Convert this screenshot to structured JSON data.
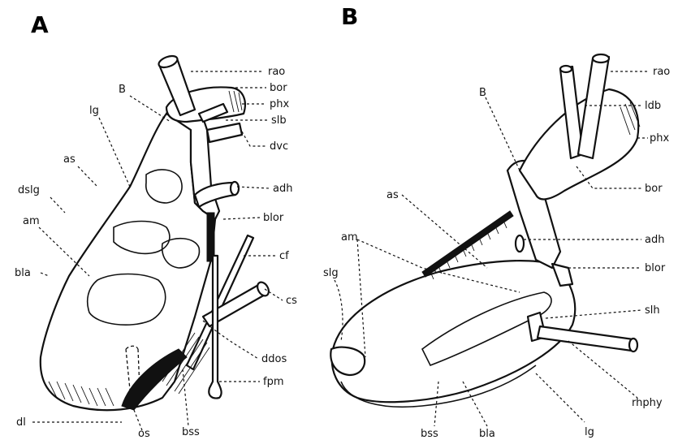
{
  "panels": {
    "A": {
      "title": "A",
      "labels": {
        "rao": "rao",
        "bor": "bor",
        "phx": "phx",
        "slb": "slb",
        "dvc": "dvc",
        "B": "B",
        "lg": "lg",
        "as": "as",
        "dslg": "dslg",
        "am": "am",
        "adh": "adh",
        "blor": "blor",
        "cf": "cf",
        "bla": "bla",
        "cs": "cs",
        "ddos": "ddos",
        "dl": "dl",
        "fpm": "fpm",
        "os": "os",
        "bss": "bss"
      }
    },
    "B": {
      "title": "B",
      "labels": {
        "rao": "rao",
        "ldb": "ldb",
        "B": "B",
        "phx": "phx",
        "bor": "bor",
        "as": "as",
        "adh": "adh",
        "am": "am",
        "blor": "blor",
        "slg": "slg",
        "slh": "slh",
        "rhphy": "rhphy",
        "bss": "bss",
        "bla": "bla",
        "lg": "lg"
      }
    }
  }
}
